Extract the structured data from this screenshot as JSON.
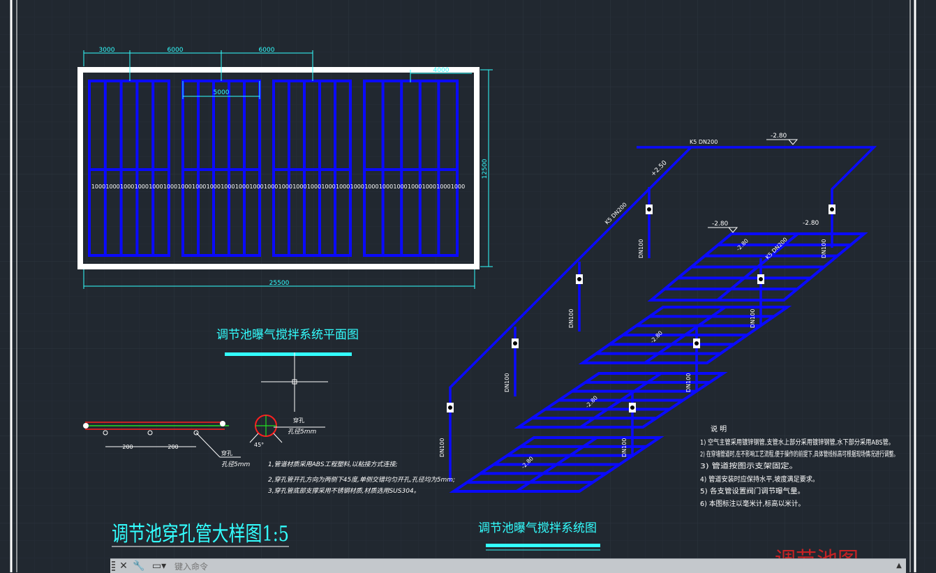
{
  "plan": {
    "dims_top": [
      "3000",
      "6000",
      "6000"
    ],
    "dim_inner": "5000",
    "dim_right_top": "4000",
    "dim_height": "12500",
    "dim_bottom": "25500",
    "spacing_labels": [
      "1000",
      "1000",
      "1000",
      "1000",
      "1000",
      "1000",
      "1000",
      "1000",
      "1000",
      "1000",
      "1000",
      "1000",
      "1000",
      "1000",
      "1000",
      "1000",
      "1000",
      "1000",
      "1000",
      "1000",
      "1000",
      "1000",
      "1000",
      "1000",
      "1000",
      "1000"
    ],
    "title": "调节池曝气搅拌系统平面图"
  },
  "iso": {
    "title": "调节池曝气搅拌系统图",
    "main_pipe_top": "K5 DN200",
    "main_pipe_diag": "K5 DN200",
    "main_pipe_right": "K5 DN200",
    "elev_top": "-2.80",
    "elev_diag": "+2.50",
    "elev_left": "-2.80",
    "elev_right": "-2.80",
    "grid_elevs": [
      "-2.80",
      "-2.80",
      "-2.80",
      "-2.80"
    ],
    "branch_label": "DN100"
  },
  "detail": {
    "title": "调节池穿孔管大样图1:5",
    "dim_a": "200",
    "dim_b": "200",
    "hole_label": "穿孔",
    "hole_dia": "孔径5mm",
    "section_hole": "穿孔",
    "section_dia": "孔径5mm",
    "section_angle": "45°",
    "notes": [
      "1,管道材质采用ABS工程塑料,以粘接方式连接;",
      "2,穿孔管开孔方向为两侧下45度,单侧交错均匀开孔,孔径均为5mm;",
      "3,穿孔管底部支撑采用不锈钢材质,材质选用SUS304。"
    ]
  },
  "notes": {
    "heading": "说    明",
    "items": [
      "1) 空气主管采用镀锌钢管,支管水上部分采用镀锌钢管,水下部分采用ABS管。",
      "2) 在穿墙管道时,在不影响工艺流程,便于操作的前提下,具体管线标高可根据现场情况进行调整。",
      "3) 管道按图示支架固定。",
      "4) 管道安装时应保持水平,坡度满足要求。",
      "5) 各支管设置阀门调节曝气量。",
      "6) 本图标注以毫米计,标高以米计。"
    ]
  },
  "watermark": "调节池图",
  "command": {
    "placeholder": "键入命令"
  },
  "colors": {
    "background": "#212830",
    "pipe_blue": "#0a0aff",
    "cyan": "#33ffff",
    "white": "#ffffff",
    "red": "#ff2020",
    "green": "#22dd22"
  }
}
